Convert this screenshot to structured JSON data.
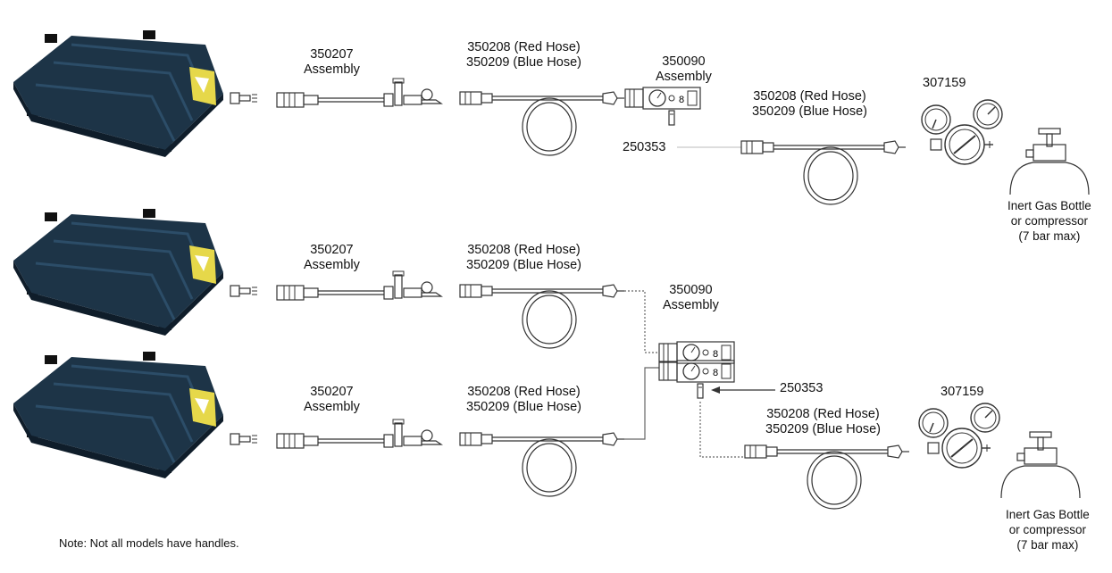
{
  "rows": [
    {
      "assembly": {
        "part": "350207",
        "desc": "Assembly"
      },
      "hose": {
        "red": "350208 (Red Hose)",
        "blue": "350209 (Blue Hose)"
      }
    },
    {
      "assembly": {
        "part": "350207",
        "desc": "Assembly"
      },
      "hose": {
        "red": "350208 (Red Hose)",
        "blue": "350209 (Blue Hose)"
      }
    },
    {
      "assembly": {
        "part": "350207",
        "desc": "Assembly"
      },
      "hose": {
        "red": "350208 (Red Hose)",
        "blue": "350209 (Blue Hose)"
      }
    }
  ],
  "controller_single": {
    "part": "350090",
    "desc": "Assembly",
    "valve": "250353",
    "supply_hose": {
      "red": "350208 (Red Hose)",
      "blue": "350209 (Blue Hose)"
    },
    "regulator": "307159",
    "source": [
      "Inert Gas Bottle",
      "or compressor",
      "(7 bar max)"
    ]
  },
  "controller_dual": {
    "part": "350090",
    "desc": "Assembly",
    "valve": "250353",
    "supply_hose": {
      "red": "350208 (Red Hose)",
      "blue": "350209 (Blue Hose)"
    },
    "regulator": "307159",
    "source": [
      "Inert Gas Bottle",
      "or compressor",
      "(7 bar max)"
    ]
  },
  "note": "Note: Not all models have handles.",
  "colors": {
    "bag": "#1d3447",
    "bag_dark": "#0f1d2a",
    "bag_edge": "#2c4d68",
    "label": "#e6d84a",
    "line": "#333333"
  }
}
